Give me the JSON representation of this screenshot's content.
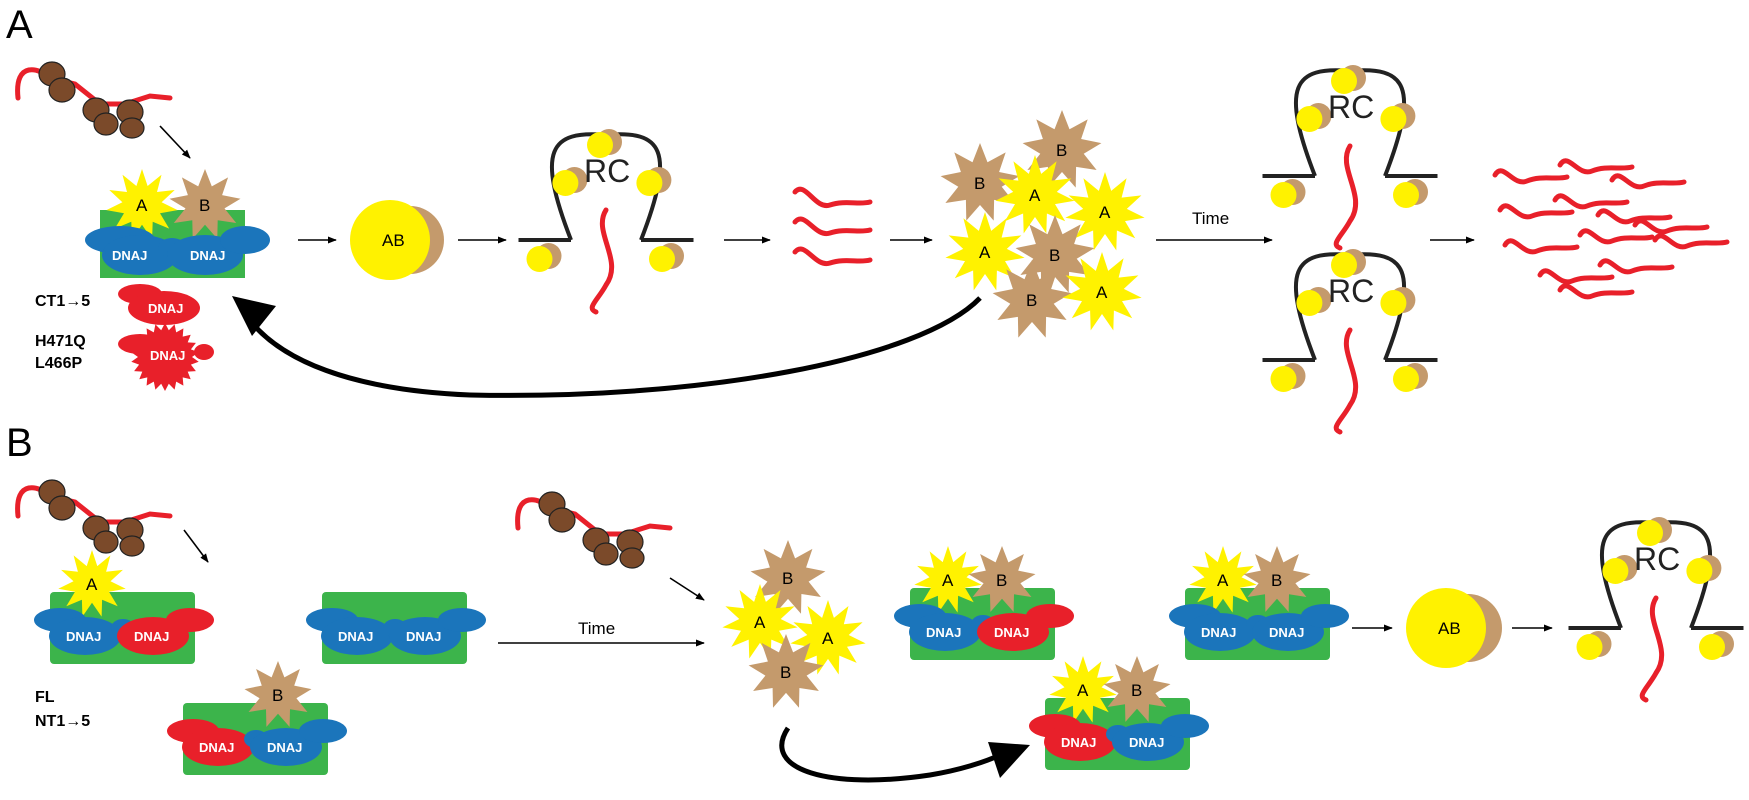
{
  "panels": {
    "a": "A",
    "b": "B"
  },
  "labels": {
    "time": "Time",
    "rc": "RC",
    "dnaj": "DNAJ",
    "protein_a": "A",
    "protein_b": "B",
    "ab_complex": "AB"
  },
  "mutants": {
    "ct": "CT1→5",
    "h471q": "H471Q",
    "l466p": "L466P",
    "fl": "FL",
    "nt": "NT1→5"
  },
  "colors": {
    "green": "#3cb44b",
    "blue": "#1b75bb",
    "red": "#e8202a",
    "yellow": "#fff200",
    "tan": "#c49a6c",
    "brown": "#7b4a2a"
  }
}
